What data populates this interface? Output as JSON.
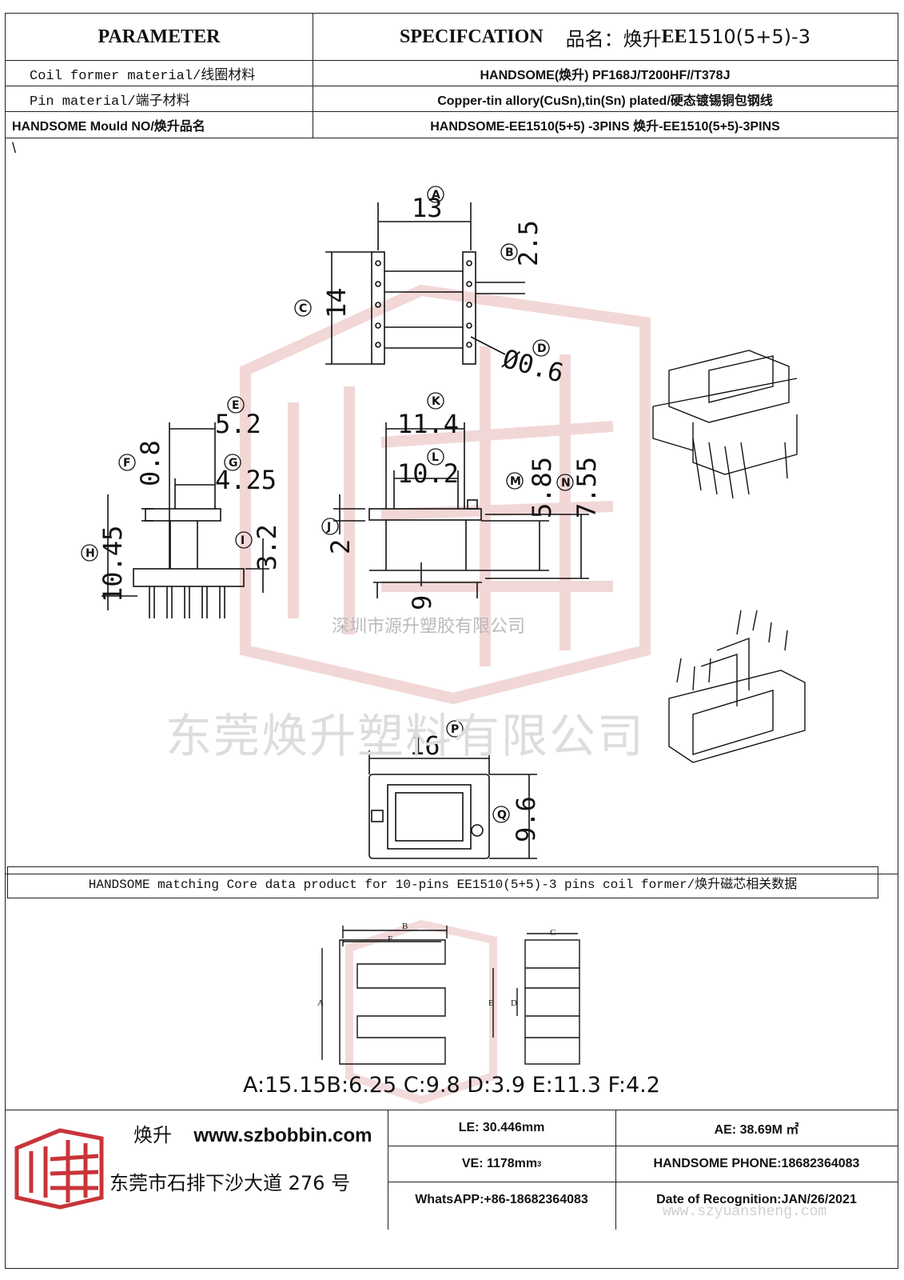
{
  "header": {
    "param_label": "PARAMETER",
    "spec_label": "SPECIFCATION",
    "name_prefix": "品名：焕升 ",
    "name_model": "EE",
    "name_suffix": "1510(5+5)-3"
  },
  "params": [
    {
      "label": "Coil former material/线圈材料",
      "value": "HANDSOME(焕升)   PF168J/T200HF//T378J"
    },
    {
      "label": "Pin material/端子材料",
      "value": "Copper-tin allory(CuSn),tin(Sn) plated/硬态镀锡铜包钢线"
    },
    {
      "label": "HANDSOME Mould NO/焕升品名",
      "value": "HANDSOME-EE1510(5+5) -3PINS    焕升-EE1510(5+5)-3PINS"
    }
  ],
  "drawing": {
    "backslash": "\\",
    "watermark_cn1": "深圳市源升塑胶有限公司",
    "watermark_cn2": "东莞焕升塑料有限公司",
    "dims": {
      "A": "13",
      "B": "2.5",
      "C": "14",
      "D": "Ø0.6",
      "E": "5.2",
      "F": "0.8",
      "G": "4.25",
      "H": "10.45",
      "I": "3.2",
      "J": "2",
      "K": "11.4",
      "L": "10.2",
      "M": "5.85",
      "N": "7.55",
      "bottom_9": "9",
      "P": "16",
      "Q": "9.6"
    },
    "circle_labels": [
      "A",
      "B",
      "C",
      "D",
      "E",
      "F",
      "G",
      "H",
      "I",
      "J",
      "K",
      "L",
      "M",
      "N",
      "P",
      "Q"
    ]
  },
  "core": {
    "title": "HANDSOME matching Core data  product for 10-pins EE1510(5+5)-3 pins coil former/焕升磁芯相关数据",
    "labels": {
      "A": "A",
      "B": "B",
      "C": "C",
      "D": "D",
      "E": "E",
      "F": "F"
    },
    "values_text": "A:15.15B:6.25 C:9.8 D:3.9 E:11.3 F:4.2"
  },
  "footer": {
    "brand_cn": "焕升",
    "website": "www.szbobbin.com",
    "address": "东莞市石排下沙大道 276 号",
    "le": "LE: 30.446mm",
    "ae": "AE: 38.69M ㎡",
    "ve_text": "VE: 1178mm",
    "ve_sup": "3",
    "phone": "HANDSOME PHONE:18682364083",
    "whatsapp": "WhatsAPP:+86-18682364083",
    "date": "Date of Recognition:JAN/26/2021",
    "watermark_url": "www.szyuansheng.com"
  },
  "colors": {
    "logo_red": "#c8343a",
    "watermark_red": "#e9b7b7",
    "line": "#222222"
  }
}
